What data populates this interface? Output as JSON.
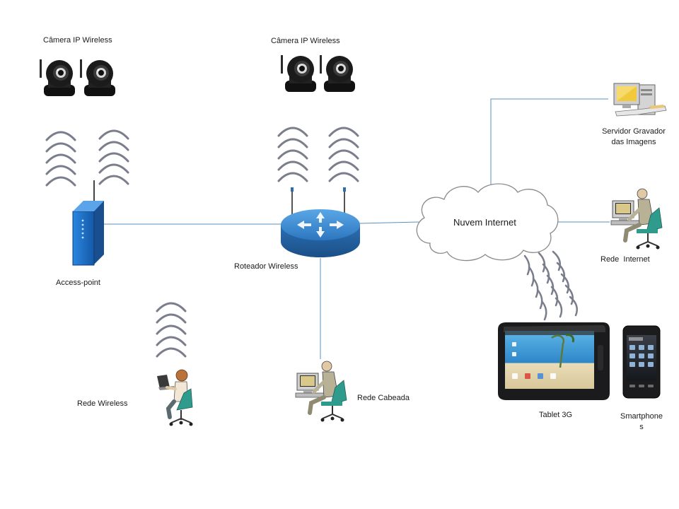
{
  "nodes": {
    "camera_left": {
      "label": "Câmera IP Wireless"
    },
    "camera_center": {
      "label": "Câmera IP Wireless"
    },
    "access_point": {
      "label": "Access-point"
    },
    "router": {
      "label": "Roteador Wireless"
    },
    "cloud": {
      "label": "Nuvem Internet"
    },
    "server": {
      "label_line1": "Servidor Gravador",
      "label_line2": "das Imagens"
    },
    "internet_user": {
      "label": "Rede  Internet"
    },
    "wireless_user": {
      "label": "Rede Wireless"
    },
    "wired_user": {
      "label": "Rede Cabeada"
    },
    "tablet": {
      "label": "Tablet 3G"
    },
    "smartphone": {
      "label_line1": "Smartphone",
      "label_line2": "s"
    }
  },
  "colors": {
    "link_line": "#5b8fbf",
    "signal_wave": "#7a7e8c",
    "router_blue": "#2f7ec4",
    "access_point_blue": "#1f73c9",
    "camera_black": "#1b1b1b",
    "cloud_stroke": "#8a8a8a"
  }
}
